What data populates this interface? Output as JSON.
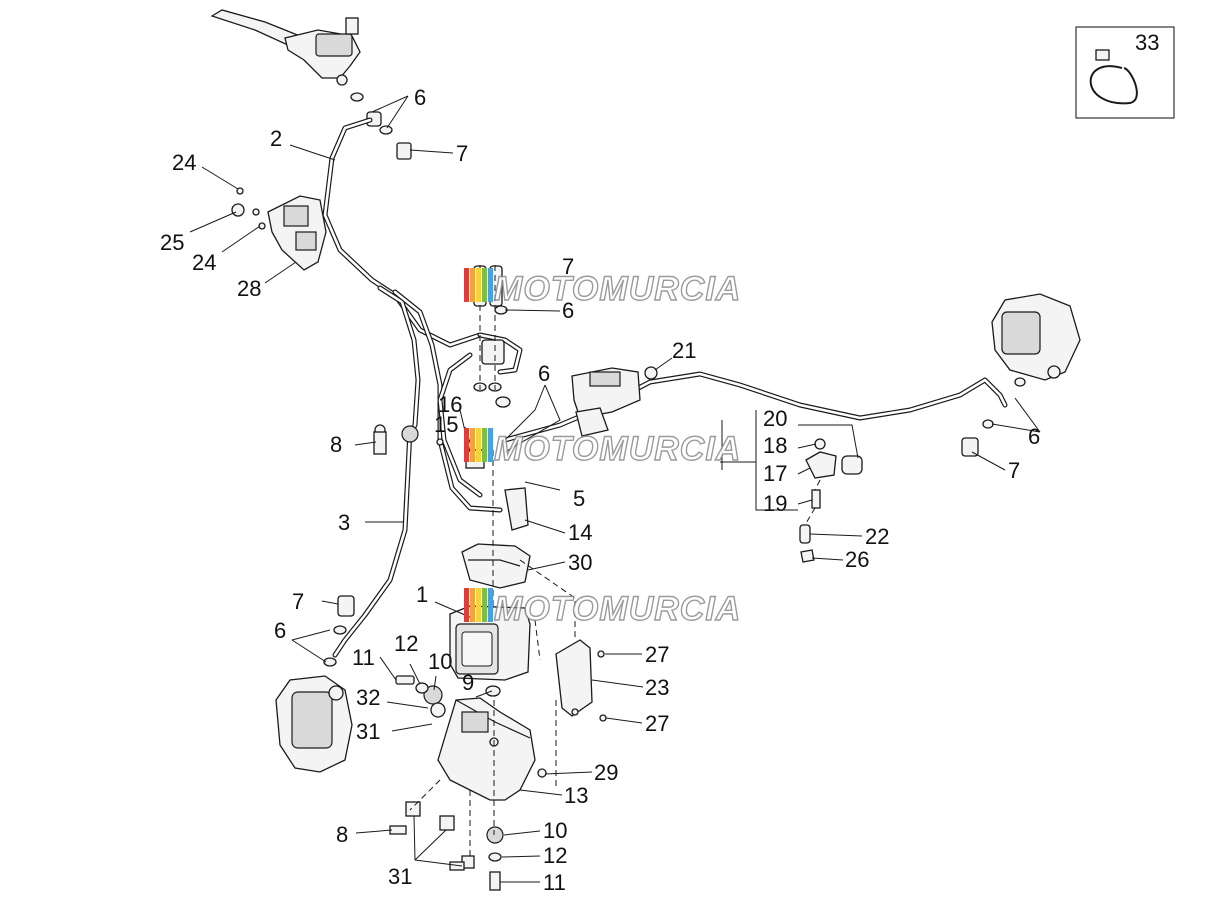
{
  "watermark": {
    "text": "MOTOMURCIA",
    "colors": [
      "#e23b3b",
      "#f2a23a",
      "#f4d23c",
      "#7bc043",
      "#4aa0e0"
    ]
  },
  "inset": {
    "label": "33"
  },
  "labels": {
    "l1": "1",
    "l2": "2",
    "l3": "3",
    "l5": "5",
    "l6a": "6",
    "l6b": "6",
    "l6c": "6",
    "l6d": "6",
    "l6e": "6",
    "l7a": "7",
    "l7b": "7",
    "l7c": "7",
    "l7d": "7",
    "l8a": "8",
    "l8b": "8",
    "l9": "9",
    "l10a": "10",
    "l10b": "10",
    "l11a": "11",
    "l11b": "11",
    "l12a": "12",
    "l12b": "12",
    "l13": "13",
    "l14": "14",
    "l15": "15",
    "l16": "16",
    "l17": "17",
    "l18": "18",
    "l19": "19",
    "l20": "20",
    "l21": "21",
    "l22": "22",
    "l23": "23",
    "l24a": "24",
    "l24b": "24",
    "l25": "25",
    "l26": "26",
    "l27a": "27",
    "l27b": "27",
    "l28": "28",
    "l29": "29",
    "l30": "30",
    "l31a": "31",
    "l31b": "31",
    "l32": "32"
  }
}
